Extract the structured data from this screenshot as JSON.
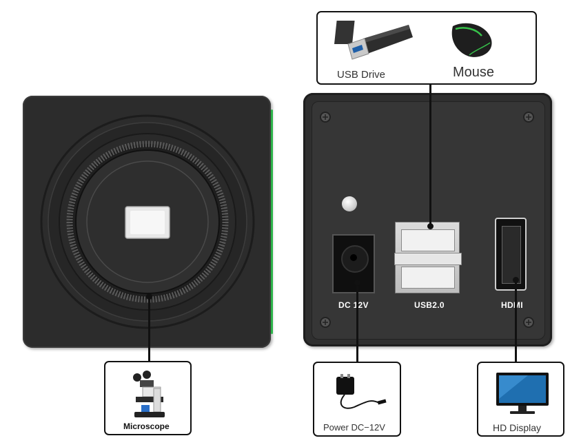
{
  "callouts": {
    "usb_drive": "USB Drive",
    "mouse": "Mouse",
    "microscope": "Microscope",
    "power": "Power DC−12V",
    "display": "HD Display"
  },
  "ports": {
    "dc": "DC 12V",
    "usb": "USB2.0",
    "hdmi": "HDMI"
  },
  "icons": {
    "usb_drive": "usb-drive-icon",
    "mouse": "mouse-icon",
    "microscope": "microscope-icon",
    "power": "power-adapter-icon",
    "display": "monitor-icon"
  },
  "colors": {
    "camera_body": "#2b2b2b",
    "panel": "#333333",
    "accent_green": "#2db34a",
    "display_blue": "#1f6fb0"
  }
}
